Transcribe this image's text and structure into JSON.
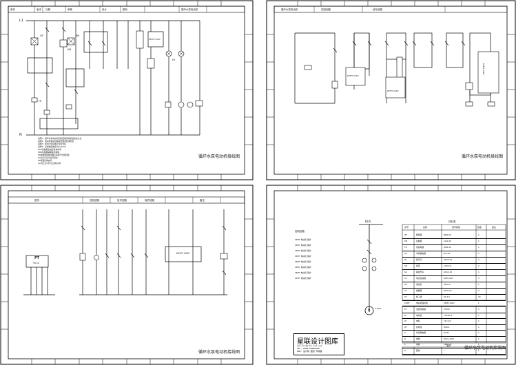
{
  "sheets": [
    {
      "id": "sheet-1",
      "header": {
        "field_a": "型号",
        "field_b": "版本",
        "field_c": "日期",
        "field_d": "审核",
        "field_e": "设计",
        "field_f": "图号",
        "field_g": "循环水泵电动机"
      },
      "title": "循环水泵电动机接线图",
      "tags": {
        "qf": "QF",
        "km1": "KM",
        "km2": "KM",
        "fr": "FR",
        "hl": "HL",
        "power_top": "L1",
        "power_bottom": "N",
        "module": "KEMT-10KC"
      },
      "notes": [
        "说明1：循环水泵电动机控制回路采用标准接线方式",
        "说明2：电动机保护回路按照规范要求配置",
        "说明3：柜内元件按图示位置安装",
        "说明4：控制电源电压为AC220V",
        "KM1接触器主触点接电动机",
        "KM2接触器辅助触点联锁",
        "FR热继电器常闭触点串联于控制回路",
        "HL指示灯显示运行状态",
        "SB按钮控制启停",
        "PLC接口信号引出至端子排"
      ]
    },
    {
      "id": "sheet-2",
      "header": {
        "field_a": "循环水泵电动机",
        "field_b": "控制回路",
        "field_c": "信号回路"
      },
      "title": "循环水泵电动机接线图",
      "module_a": "KEMT-10KC",
      "module_b": "KEMT-10KC",
      "module_c": "KEMT-10KC"
    },
    {
      "id": "sheet-3",
      "header": {
        "field_a": "型号",
        "field_b": "控制回路",
        "field_c": "信号回路",
        "field_d": "保护回路",
        "field_e": "备注"
      },
      "title": "循环水泵电动机接线图",
      "ptc_label": "PT",
      "ptc_sub": "TB-16",
      "module": "KEMT-10KC"
    },
    {
      "id": "sheet-4",
      "header_label": "材料表",
      "title": "循环水泵电动机接线图",
      "left_heading": "控制回路",
      "left_entries": [
        "KEMT 电动机 保护",
        "KEMT 电动机 保护",
        "KEMT 电动机 保护",
        "KEMT 电动机 保护",
        "KEMT 电动机 保护",
        "KEMT 电动机 保护",
        "KEMT 电动机 保护",
        "KEMT 电动机 保护"
      ],
      "busbar_label": "BUS",
      "motor_label": "M",
      "motor_sub": "7.5kW",
      "table_headers": [
        "序号",
        "名称",
        "型号规格",
        "数量",
        "备注"
      ],
      "table_rows": [
        [
          "QF",
          "断路器",
          "NM1-63",
          "1",
          ""
        ],
        [
          "KM",
          "接触器",
          "CJX2-25",
          "1",
          ""
        ],
        [
          "FR",
          "热继电器",
          "JR36-20",
          "1",
          ""
        ],
        [
          "KA",
          "中间继电器",
          "JZ7-44",
          "2",
          ""
        ],
        [
          "HL",
          "指示灯",
          "AD16-22",
          "3",
          ""
        ],
        [
          "SB",
          "按钮",
          "LA38-11",
          "2",
          ""
        ],
        [
          "SA",
          "转换开关",
          "LW12-16",
          "1",
          ""
        ],
        [
          "TA",
          "电流互感器",
          "LMZ-0.66",
          "3",
          ""
        ],
        [
          "PA",
          "电流表",
          "42L6-A",
          "1",
          ""
        ],
        [
          "FU",
          "熔断器",
          "RT18-32",
          "2",
          ""
        ],
        [
          "XT",
          "端子排",
          "UK-2.5",
          "20",
          ""
        ],
        [
          "KEMT",
          "电动机保护器",
          "KEMT-10KC",
          "1",
          ""
        ]
      ],
      "table_rows_b": [
        [
          "PT",
          "温度传感器",
          "PT100",
          "1",
          ""
        ],
        [
          "M",
          "电动机",
          "Y132M-4",
          "1",
          ""
        ],
        [
          "W",
          "电缆",
          "YJV-3x4",
          "1",
          ""
        ],
        [
          "PE",
          "接地线",
          "BVR-4",
          "1",
          ""
        ],
        [
          "K",
          "时间继电器",
          "JS14A",
          "1",
          ""
        ],
        [
          "R",
          "电阻",
          "RX21-10W",
          "1",
          ""
        ],
        [
          "C",
          "电容",
          "CBB-2uF",
          "1",
          ""
        ]
      ],
      "table_rows_c_header": "备用",
      "table_rows_c": [
        [
          "Z",
          "其他",
          "—",
          "1",
          ""
        ]
      ],
      "stamp": {
        "title": "星联设计图库",
        "lines": [
          "www.xinglian-cad.com",
          "TEL: 0000-00000000",
          "ADD: 设计院 图纸 专用章"
        ]
      }
    }
  ]
}
